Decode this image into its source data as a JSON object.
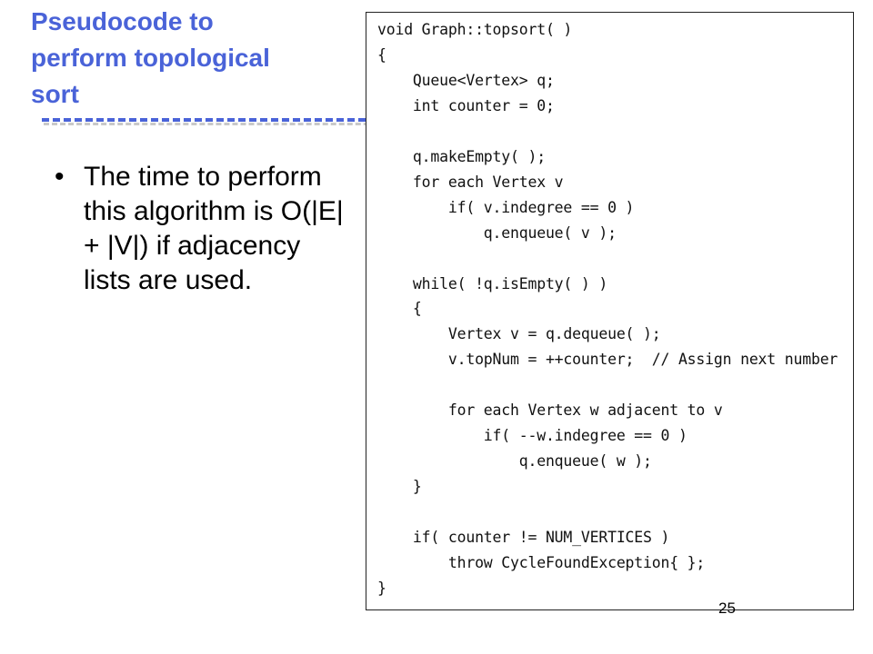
{
  "slide": {
    "title_lines": [
      "Pseudocode to",
      "perform topological",
      "sort"
    ],
    "bullet_marker": "•",
    "bullet_lines": [
      "The time to perform",
      "this algorithm is O(|E|",
      "+ |V|) if adjacency",
      "lists are used."
    ],
    "page_number": "25",
    "accent_color": "#4a63d8"
  },
  "code": {
    "lines": [
      "void Graph::topsort( )",
      "{",
      "    Queue<Vertex> q;",
      "    int counter = 0;",
      "",
      "    q.makeEmpty( );",
      "    for each Vertex v",
      "        if( v.indegree == 0 )",
      "            q.enqueue( v );",
      "",
      "    while( !q.isEmpty( ) )",
      "    {",
      "        Vertex v = q.dequeue( );",
      "        v.topNum = ++counter;  // Assign next number",
      "",
      "        for each Vertex w adjacent to v",
      "            if( --w.indegree == 0 )",
      "                q.enqueue( w );",
      "    }",
      "",
      "    if( counter != NUM_VERTICES )",
      "        throw CycleFoundException{ };",
      "}"
    ]
  }
}
